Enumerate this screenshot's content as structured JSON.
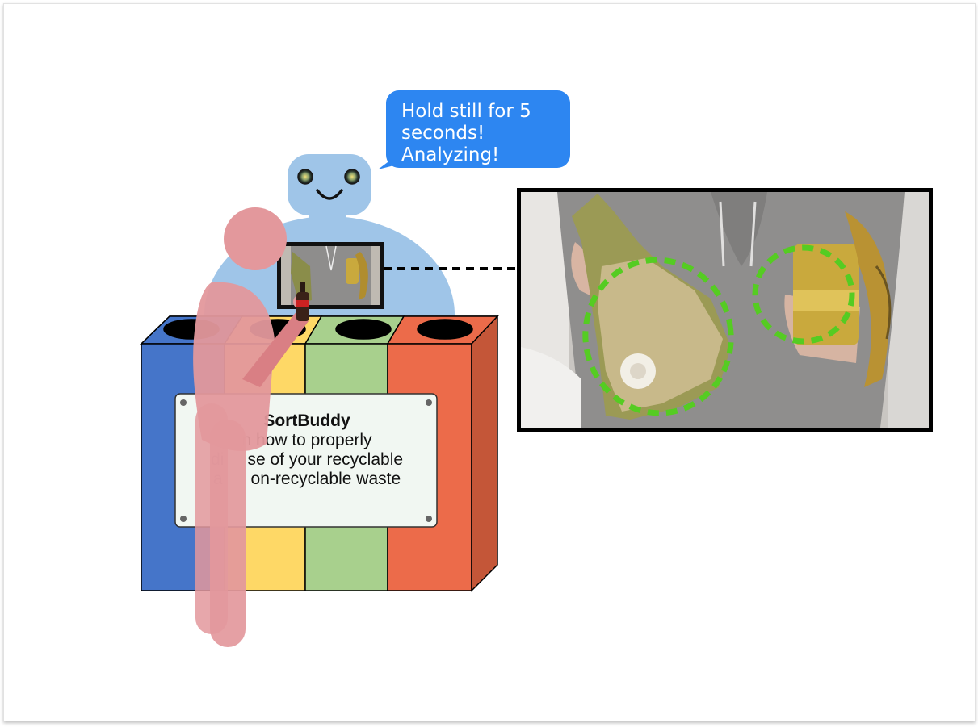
{
  "speech_bubble": {
    "lines": [
      "Hold still for 5",
      "seconds!",
      "Analyzing!"
    ]
  },
  "sign": {
    "title": "SortBuddy",
    "lines": [
      "n how to properly",
      "di     se of your recyclable",
      "a      on-recyclable waste"
    ]
  },
  "colors": {
    "bubble": "#2d86f1",
    "robot": "#9fc5e8",
    "bin_blue": "#4575c9",
    "bin_yellow": "#fed866",
    "bin_green": "#a8d08d",
    "bin_red": "#ec6b4a",
    "person": "#e3989c",
    "detection": "#55cc22"
  },
  "icons": [
    "robot-eye-icon",
    "smile-icon"
  ]
}
